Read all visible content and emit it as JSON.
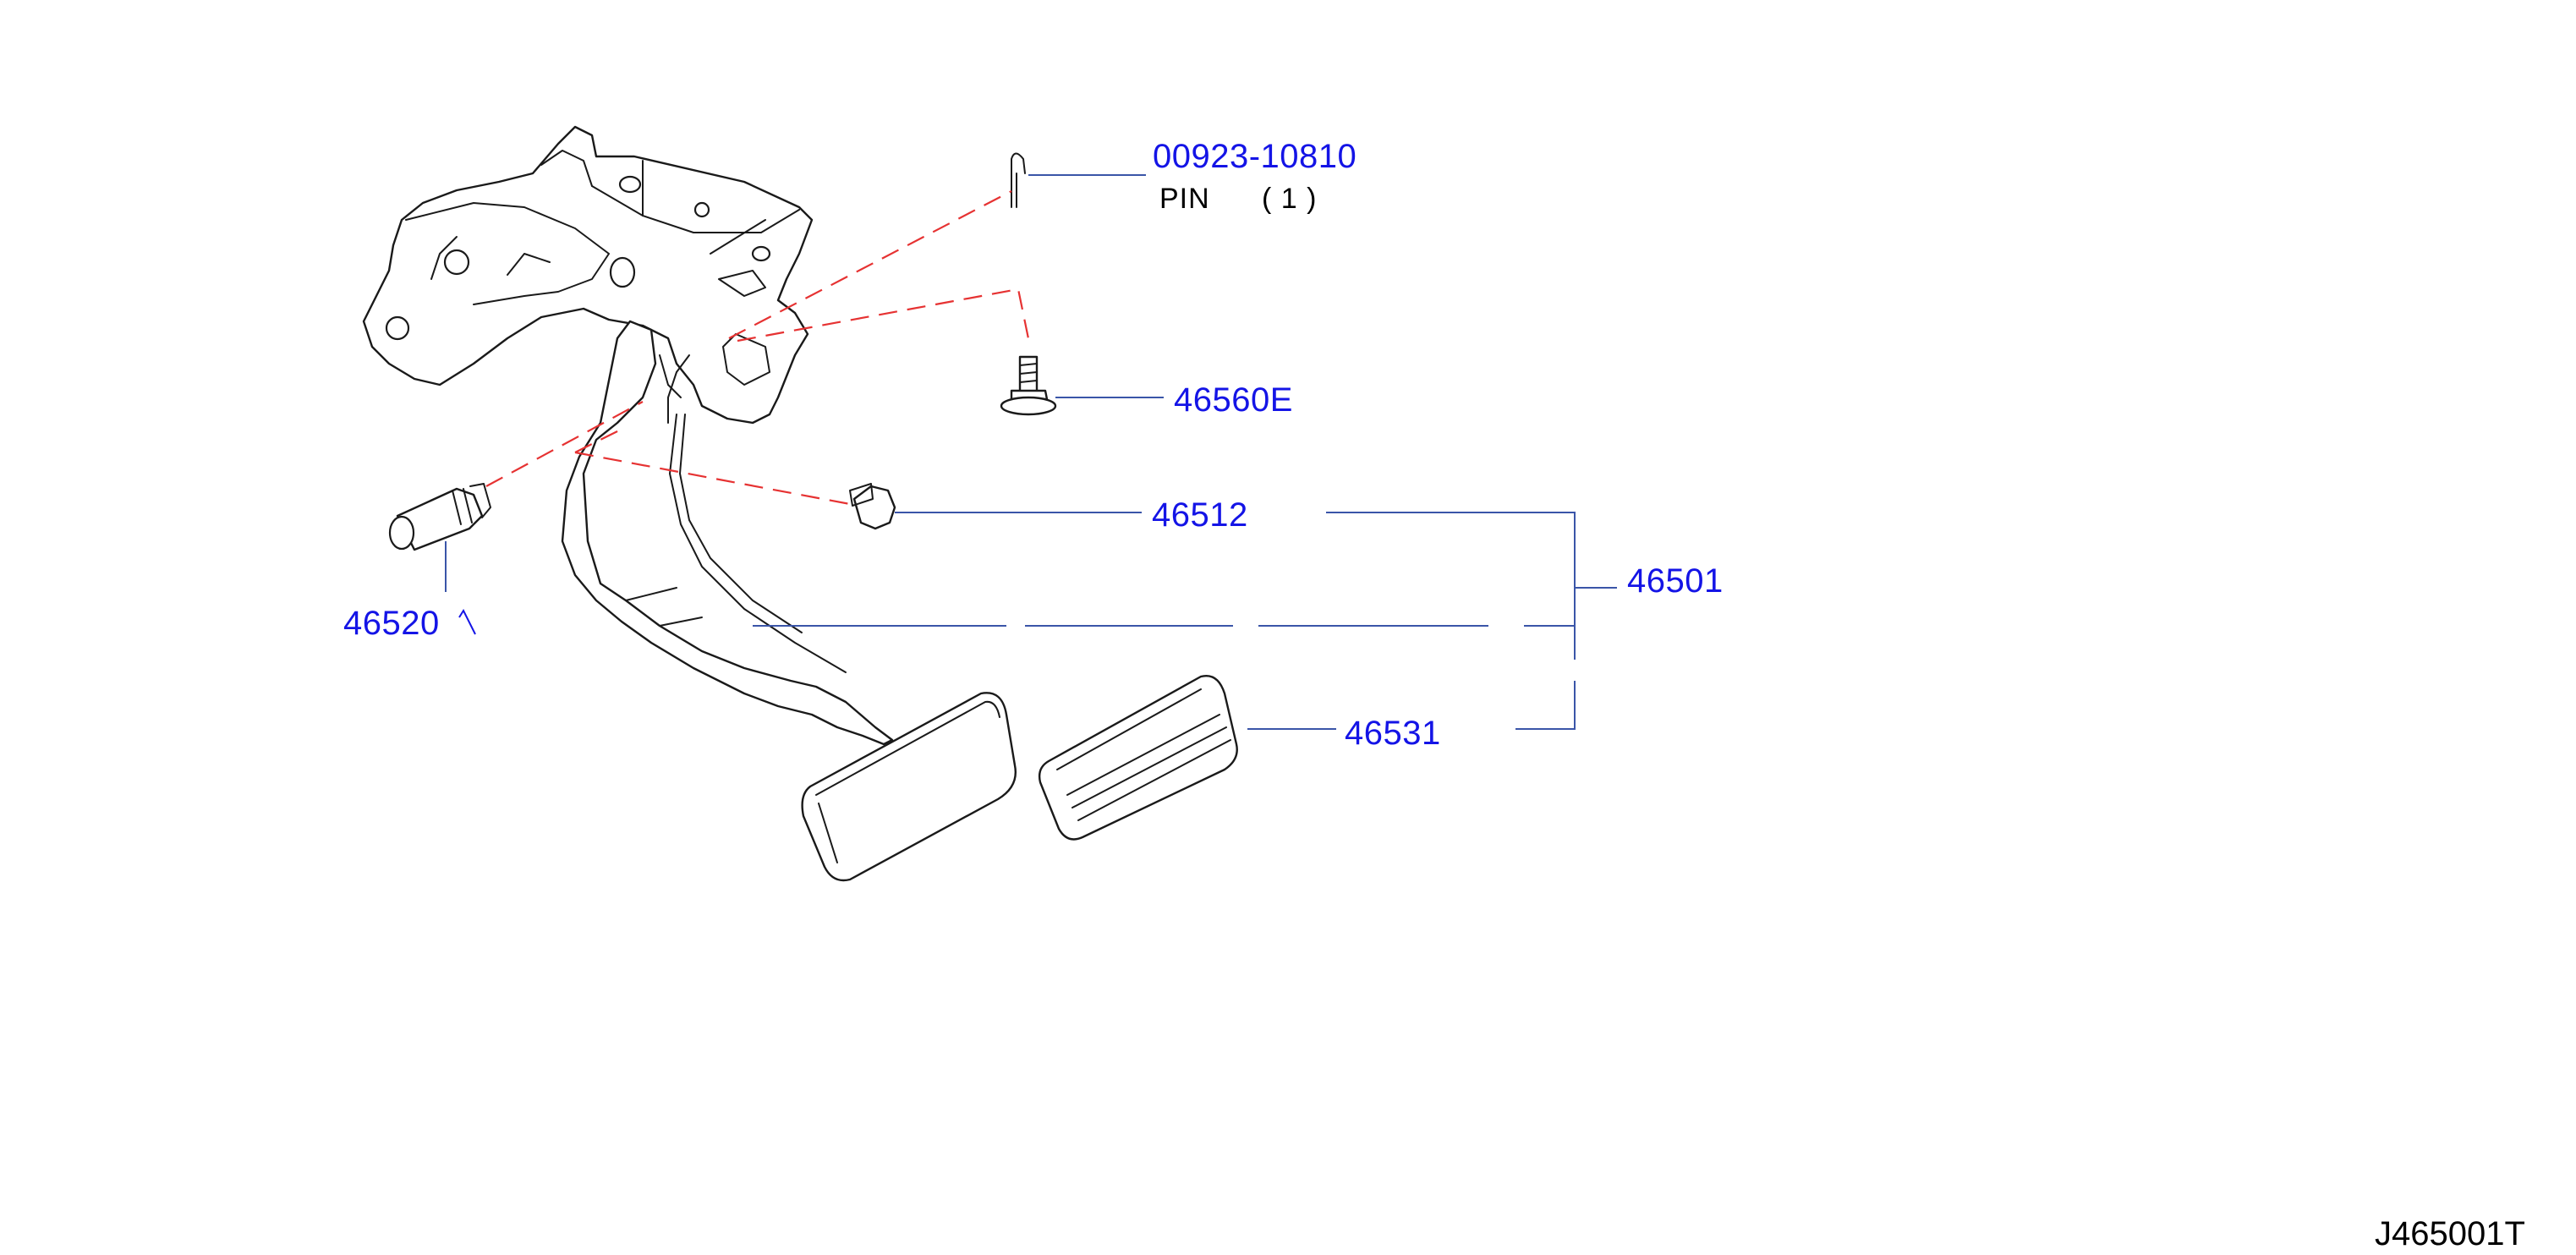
{
  "colors": {
    "label": "#1414e6",
    "leader": "#3a55a8",
    "dashed_hint": "#e63232",
    "line_art": "#1a1a1a",
    "description": "#000000"
  },
  "callouts": [
    {
      "id": "pin",
      "part_number": "00923-10810",
      "description": "PIN",
      "quantity": "( 1 )"
    },
    {
      "id": "bolt",
      "part_number": "46560E"
    },
    {
      "id": "stopper",
      "part_number": "46512"
    },
    {
      "id": "pedal-assy",
      "part_number": "46501"
    },
    {
      "id": "clevis-pin",
      "part_number": "46520"
    },
    {
      "id": "pad",
      "part_number": "46531"
    }
  ],
  "diagram_code": "J465001T"
}
